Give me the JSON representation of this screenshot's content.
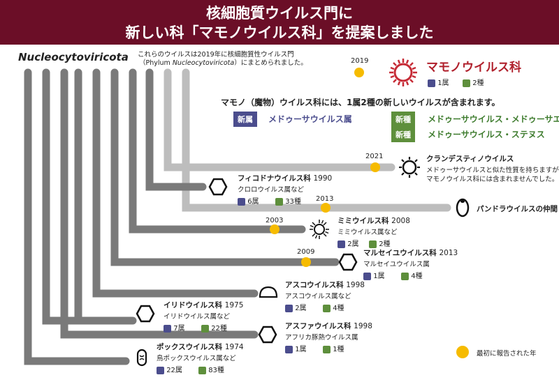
{
  "header": {
    "line1": "核細胞質ウイルス門に",
    "line2": "新しい科「マモノウイルス科」を提案しました"
  },
  "root": {
    "name": "Nucleocytoviricota",
    "note1": "これらのウイルスは2019年に核細胞質性ウイルス門",
    "note2a": "（Phylum ",
    "note2b": "Nucleocytoviricota",
    "note2c": "）にまとめられました。"
  },
  "mamono": {
    "year": "2019",
    "name": "マモノウイルス科",
    "genera": "1属",
    "species": "2種",
    "desc": "マモノ（魔物）ウイルス科には、1属2種の新しいウイルスが含まれます。",
    "genus_badge": "新属",
    "genus_name": "メドゥーサウイルス属",
    "species_badge1": "新種",
    "species_name1": "メドゥーサウイルス・メドゥーサエ",
    "species_badge2": "新種",
    "species_name2": "メドゥーサウイルス・ステヌス"
  },
  "clandestine": {
    "year": "2021",
    "name": "クランデスティノウイルス",
    "desc1": "メドゥーサウイルスと似た性質を持ちますが、",
    "desc2": "マモノウイルス科には含まれませんでした。"
  },
  "phyco": {
    "name": "フィコドナウイルス科",
    "year": "1990",
    "sub": "クロロウイルス属など",
    "genera": "6属",
    "species": "33種"
  },
  "pandora": {
    "year": "2013",
    "name": "パンドラウイルスの仲間"
  },
  "mimi": {
    "year_marker": "2003",
    "name": "ミミウイルス科",
    "year": "2008",
    "sub": "ミミウイルス属など",
    "genera": "2属",
    "species": "2種"
  },
  "marseille": {
    "year_marker": "2009",
    "name": "マルセイユウイルス科",
    "year": "2013",
    "sub": "マルセイユウイルス属",
    "genera": "1属",
    "species": "4種"
  },
  "asco": {
    "name": "アスコウイルス科",
    "year": "1998",
    "sub": "アスコウイルス属など",
    "genera": "2属",
    "species": "4種"
  },
  "irido": {
    "name": "イリドウイルス科",
    "year": "1975",
    "sub": "イリドウイルス属など",
    "genera": "7属",
    "species": "22種"
  },
  "asfa": {
    "name": "アスファウイルス科",
    "year": "1998",
    "sub": "アフリカ豚熱ウイルス属",
    "genera": "1属",
    "species": "1種"
  },
  "pox": {
    "name": "ポックスウイルス科",
    "year": "1974",
    "sub": "鳥ポックスウイルス属など",
    "genera": "22属",
    "species": "83種"
  },
  "legend": {
    "text": "最初に報告された年"
  },
  "colors": {
    "header": "#6b0e27",
    "marker": "#f6bb00",
    "mamono_red": "#b0202c",
    "genus": "#4b4d8d",
    "species": "#5e8f3c",
    "branch": "#7a7a7a",
    "branch_light": "#bdbdbd"
  }
}
